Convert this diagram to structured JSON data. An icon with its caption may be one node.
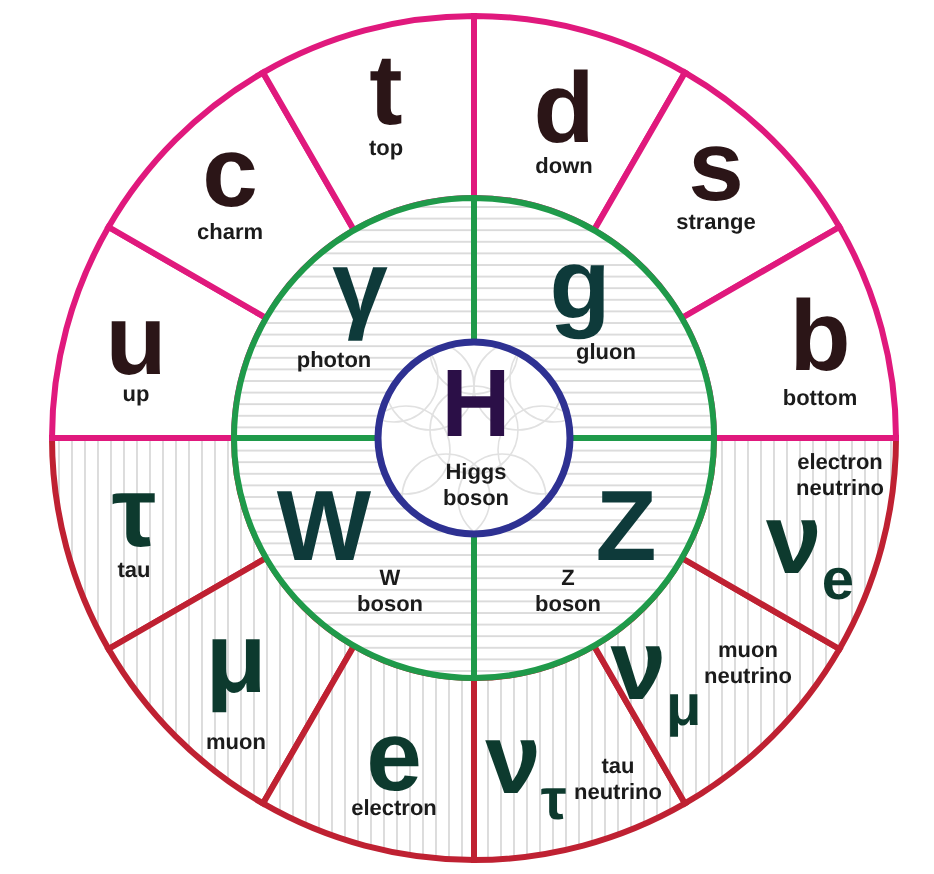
{
  "diagram": {
    "nodes": [
      {
        "text": [
          "u",
          "up"
        ]
      },
      {
        "text": [
          "c",
          "charm"
        ]
      },
      {
        "text": [
          "t",
          "top"
        ]
      },
      {
        "text": [
          "d",
          "down"
        ]
      },
      {
        "text": [
          "s",
          "strange"
        ]
      },
      {
        "text": [
          "b",
          "bottom"
        ]
      },
      {
        "text": [
          "γ",
          "photon"
        ]
      },
      {
        "text": [
          "g",
          "gluon"
        ]
      },
      {
        "text": [
          "H",
          "Higgs boson"
        ]
      },
      {
        "text": [
          "W",
          "W boson"
        ]
      },
      {
        "text": [
          "Z",
          "Z boson"
        ]
      },
      {
        "text": [
          "τ",
          "tau"
        ]
      },
      {
        "text": [
          "μ",
          "muon"
        ]
      },
      {
        "text": [
          "e",
          "electron"
        ]
      },
      {
        "text": [
          "ν$_{τ}$",
          "tau neutrino"
        ]
      },
      {
        "text": [
          "ν$_{μ}$",
          "muon neutrino"
        ]
      },
      {
        "text": [
          "electron neutrino",
          "ν$_{e}$"
        ]
      }
    ]
  }
}
